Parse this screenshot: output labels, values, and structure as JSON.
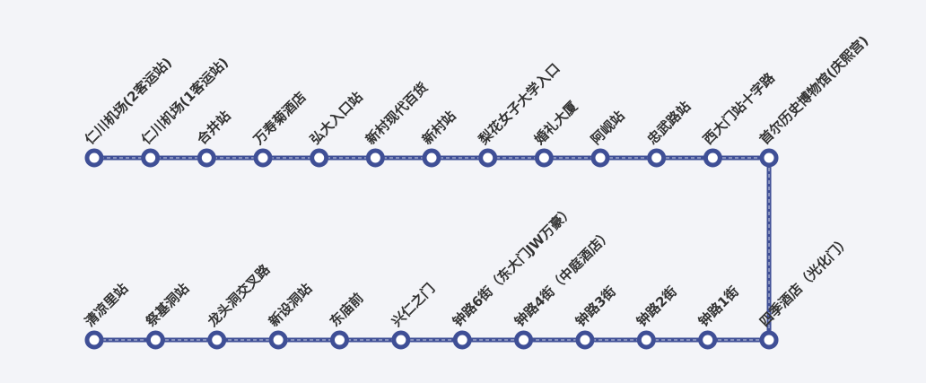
{
  "line_color": "#3f4f96",
  "station_fill": "#ffffff",
  "row1": [
    "仁川机场(2客运站)",
    "仁川机场(1客运站)",
    "合井站",
    "万寿菊酒店",
    "弘大入口站",
    "新村现代百货",
    "新村站",
    "梨花女子大学入口",
    "婚礼大厦",
    "阿岘站",
    "忠武路站",
    "西大门站十字路",
    "首尔历史博物馆(庆熙宫)"
  ],
  "row2": [
    "清凉里站",
    "祭基洞站",
    "龙头洞交叉路",
    "新设洞站",
    "东庙前",
    "兴仁之门",
    "钟路6街（东大门JW万豪）",
    "钟路4街（中庭酒店）",
    "钟路3街",
    "钟路2街",
    "钟路1街",
    "四季酒店（光化门）"
  ]
}
